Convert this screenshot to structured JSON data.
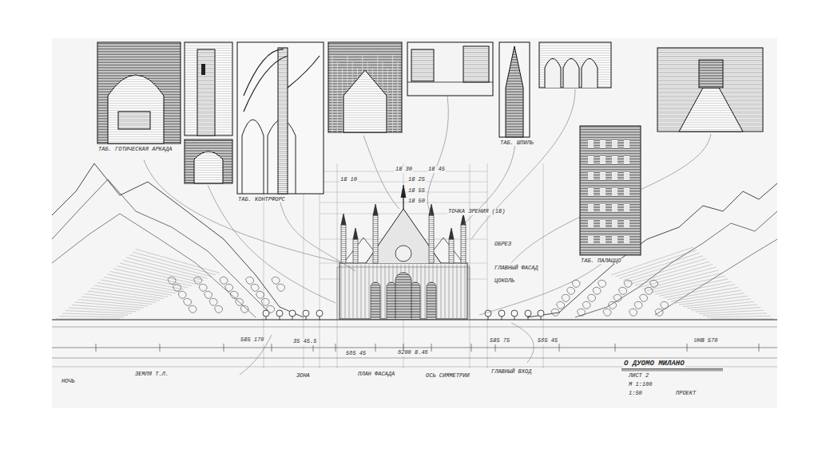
{
  "diagram": {
    "nodes": [
      {
        "text": [
          "ТАБ. ГОТИЧЕСКАЯ АРКАДА"
        ]
      },
      {
        "text": [
          "ТАБ. КОНТРФОРС"
        ]
      },
      {
        "text": [
          "ТАБ. ШПИЛЬ"
        ]
      },
      {
        "text": [
          "ТАБ. ПАЛАЦЦО"
        ]
      }
    ],
    "labels": [
      "18 30",
      "18 25",
      "18 55",
      "18 50",
      "18 10",
      "18 45",
      "ТОЧКА ЗРЕНИЯ (18)",
      "ОБРЕЗ",
      "ГЛАВНЫЙ ФАСАД",
      "ЦОКОЛЬ",
      "585 170",
      "35 45.5",
      "565 45",
      "6200 8.46",
      "585 75",
      "565 45",
      "UHB 570",
      "НОЧЬ",
      "ЗЕМЛЯ Т.Л.",
      "ЗОНА",
      "ПЛАН ФАСАДА",
      "ОСЬ СИММЕТРИИ",
      "ГЛАВНЫЙ ВХОД",
      "О ДУОМО МИЛАНО",
      "ЛИСТ 2",
      "М 1:100",
      "1:50",
      "ПРОЕКТ"
    ]
  }
}
